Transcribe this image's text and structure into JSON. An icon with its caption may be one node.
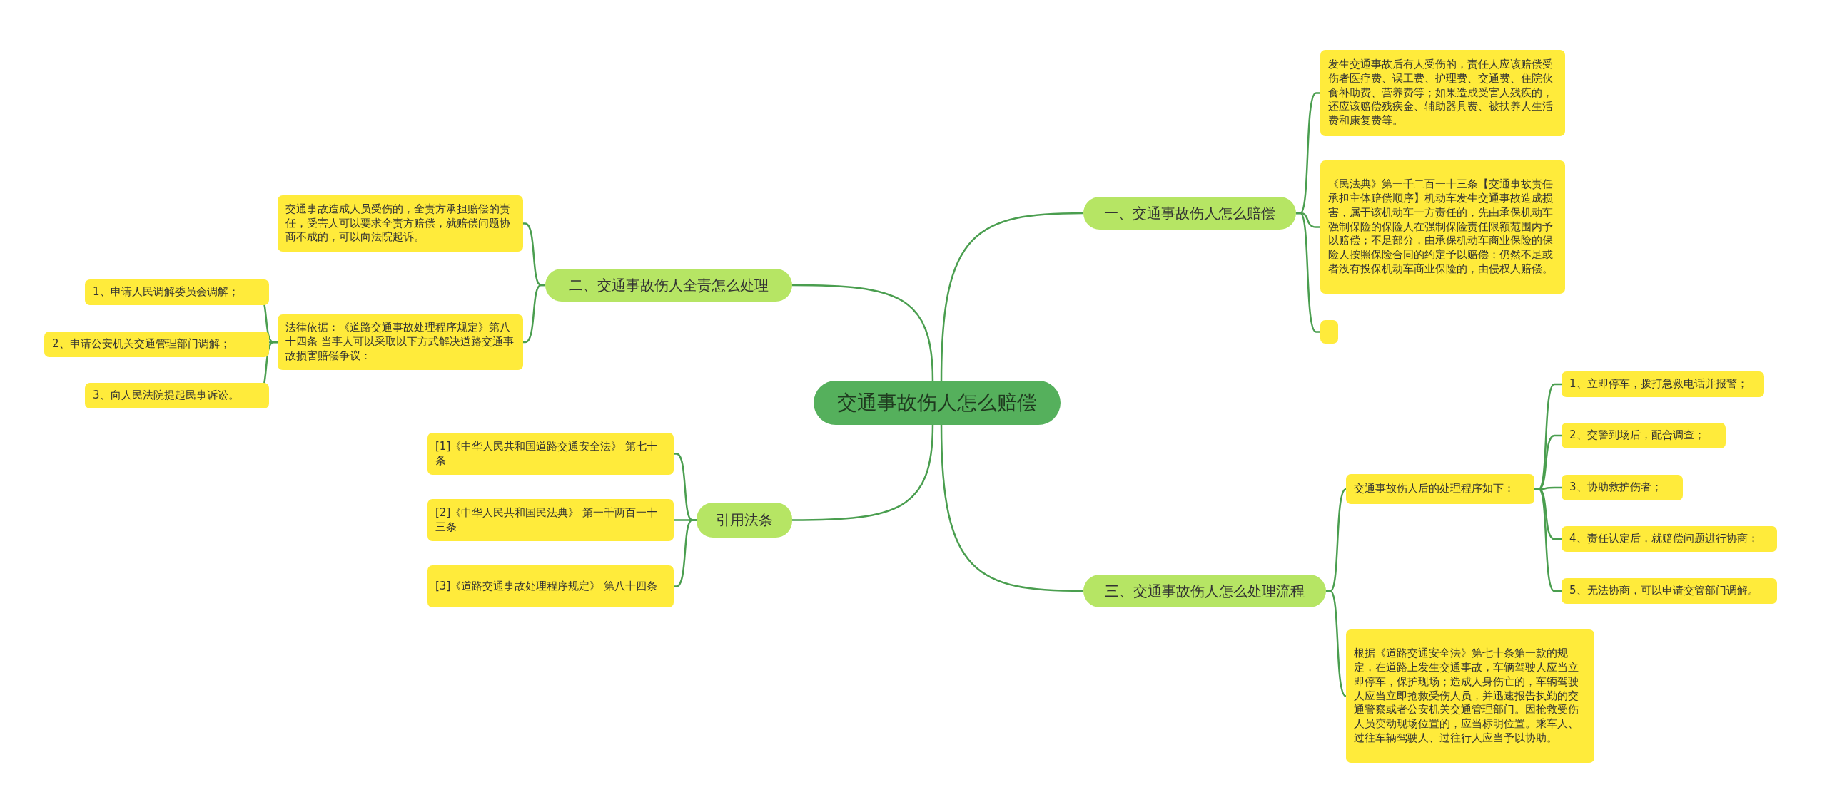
{
  "diagram": {
    "nodes": [
      {
        "text": [
          "交通事故伤人怎么赔偿"
        ]
      },
      {
        "text": [
          "一、交通事故伤人怎么赔偿"
        ]
      },
      {
        "text": [
          "发生交通事故后有人受伤的，责任人应该赔偿受伤者医疗费、误工费、护理费、交通费、住院伙食补助费、营养费等；如果造成受害人残疾的，还应该赔偿残疾金、辅助器具费、被扶养人生活费和康复费等。"
        ]
      },
      {
        "text": [
          "《民法典》第一千二百一十三条【交通事故责任承担主体赔偿顺序】机动车发生交通事故造成损害，属于该机动车一方责任的，先由承保机动车强制保险的保险人在强制保险责任限额范围内予以赔偿；不足部分，由承保机动车商业保险的保险人按照保险合同的约定予以赔偿；仍然不足或者没有投保机动车商业保险的，由侵权人赔偿。"
        ]
      },
      {
        "text": [],
        "shape": "box"
      },
      {
        "text": [
          "三、交通事故伤人怎么处理流程"
        ]
      },
      {
        "text": [
          "交通事故伤人后的处理程序如下："
        ]
      },
      {
        "text": [
          "1、立即停车，拨打急救电话并报警；"
        ]
      },
      {
        "text": [
          "2、交警到场后，配合调查；"
        ]
      },
      {
        "text": [
          "3、协助救护伤者；"
        ]
      },
      {
        "text": [
          "4、责任认定后，就赔偿问题进行协商；"
        ]
      },
      {
        "text": [
          "5、无法协商，可以申请交管部门调解。"
        ]
      },
      {
        "text": [
          "根据《道路交通安全法》第七十条第一款的规定，在道路上发生交通事故，车辆驾驶人应当立即停车，保护现场；造成人身伤亡的，车辆驾驶人应当立即抢救受伤人员，并迅速报告执勤的交通警察或者公安机关交通管理部门。因抢救受伤人员变动现场位置的，应当标明位置。乘车人、过往车辆驾驶人、过往行人应当予以协助。"
        ]
      },
      {
        "text": [
          "二、交通事故伤人全责怎么处理"
        ]
      },
      {
        "text": [
          "交通事故造成人员受伤的，全责方承担赔偿的责任，受害人可以要求全责方赔偿，就赔偿问题协商不成的，可以向法院起诉。"
        ]
      },
      {
        "text": [
          "法律依据：《道路交通事故处理程序规定》第八十四条 当事人可以采取以下方式解决道路交通事故损害赔偿争议："
        ]
      },
      {
        "text": [
          "1、申请人民调解委员会调解；"
        ]
      },
      {
        "text": [
          "2、申请公安机关交通管理部门调解；"
        ]
      },
      {
        "text": [
          "3、向人民法院提起民事诉讼。"
        ]
      },
      {
        "text": [
          "引用法条"
        ]
      },
      {
        "text": [
          "[1]《中华人民共和国道路交通安全法》 第七十条"
        ]
      },
      {
        "text": [
          "[2]《中华人民共和国民法典》 第一千两百一十三条"
        ]
      },
      {
        "text": [
          "[3]《道路交通事故处理程序规定》 第八十四条"
        ]
      }
    ],
    "edges": [
      {
        "from": 0,
        "to": 1,
        "arrow": "none"
      },
      {
        "from": 1,
        "to": 2,
        "arrow": "none"
      },
      {
        "from": 1,
        "to": 3,
        "arrow": "none"
      },
      {
        "from": 1,
        "to": 4,
        "arrow": "none"
      },
      {
        "from": 0,
        "to": 5,
        "arrow": "none"
      },
      {
        "from": 5,
        "to": 6,
        "arrow": "none"
      },
      {
        "from": 6,
        "to": 7,
        "arrow": "none"
      },
      {
        "from": 6,
        "to": 8,
        "arrow": "none"
      },
      {
        "from": 6,
        "to": 9,
        "arrow": "none"
      },
      {
        "from": 6,
        "to": 10,
        "arrow": "none"
      },
      {
        "from": 6,
        "to": 11,
        "arrow": "none"
      },
      {
        "from": 5,
        "to": 12,
        "arrow": "none"
      },
      {
        "from": 0,
        "to": 13,
        "arrow": "none"
      },
      {
        "from": 13,
        "to": 14,
        "arrow": "none"
      },
      {
        "from": 13,
        "to": 15,
        "arrow": "none"
      },
      {
        "from": 15,
        "to": 16,
        "arrow": "none"
      },
      {
        "from": 15,
        "to": 17,
        "arrow": "none"
      },
      {
        "from": 15,
        "to": 18,
        "arrow": "none"
      },
      {
        "from": 0,
        "to": 19,
        "arrow": "none"
      },
      {
        "from": 19,
        "to": 20,
        "arrow": "none"
      },
      {
        "from": 19,
        "to": 21,
        "arrow": "none"
      },
      {
        "from": 19,
        "to": 22,
        "arrow": "none"
      }
    ]
  }
}
